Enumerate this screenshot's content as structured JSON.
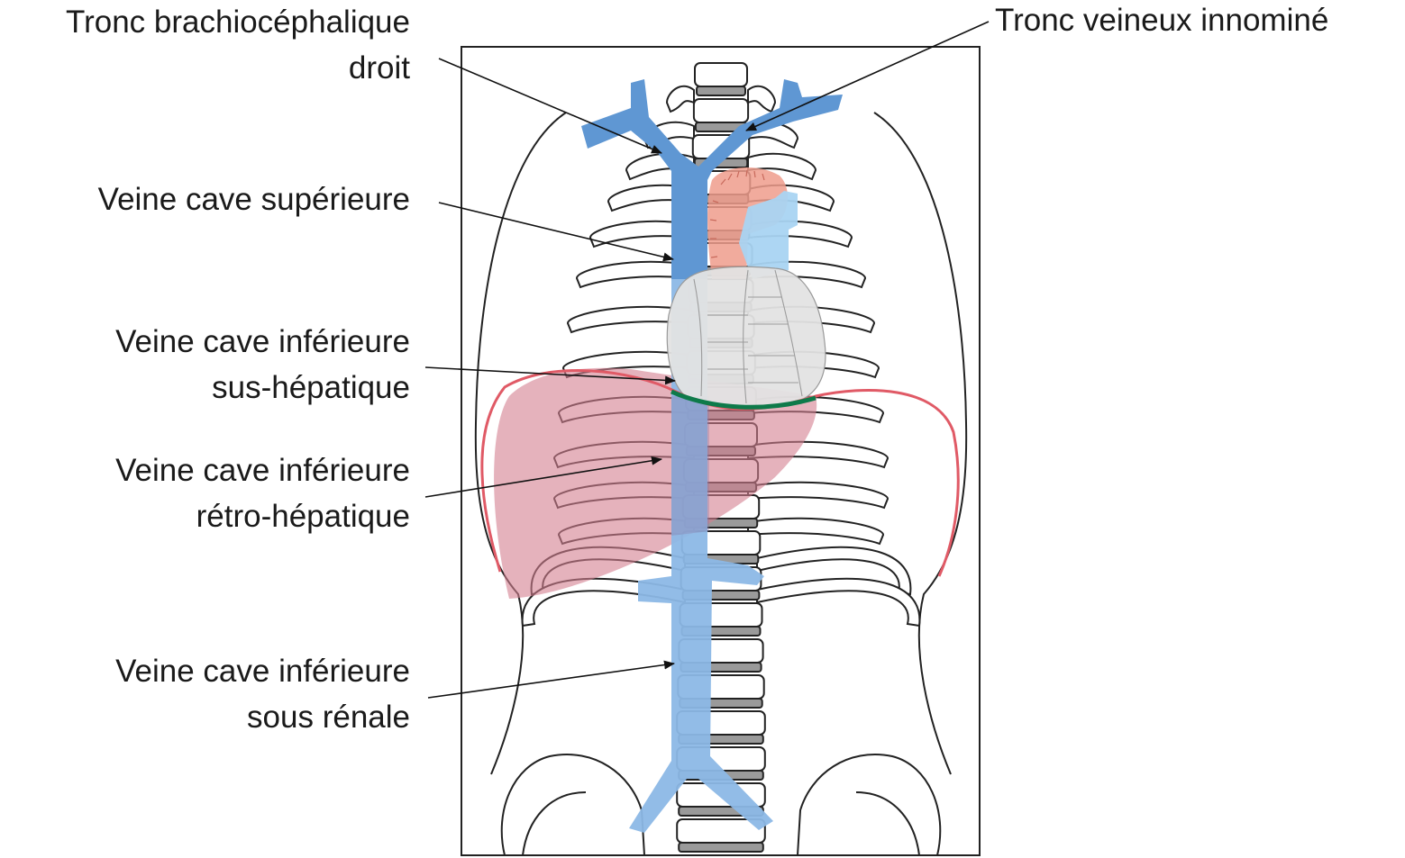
{
  "labels": {
    "brachio": {
      "line1": "Tronc brachiocéphalique",
      "line2": "droit"
    },
    "innomine": {
      "line1": "Tronc veineux innominé"
    },
    "vcs": {
      "line1": "Veine cave supérieure"
    },
    "vci_sus": {
      "line1": "Veine cave inférieure",
      "line2": "sus-hépatique"
    },
    "vci_retro": {
      "line1": "Veine cave inférieure",
      "line2": "rétro-hépatique"
    },
    "vci_sous": {
      "line1": "Veine cave inférieure",
      "line2": "sous rénale"
    }
  },
  "colors": {
    "vein_dark": "#5f97d3",
    "vein_light": "#8cb8e6",
    "aorta": "#ef9c8c",
    "pulmonary": "#a9d4f2",
    "heart": "#e3e3e3",
    "liver_fill": "#d47f8f",
    "diaphragm": "#e05a66",
    "heart_base": "#0e7a4a",
    "vertebra": "#9a9a9a"
  }
}
